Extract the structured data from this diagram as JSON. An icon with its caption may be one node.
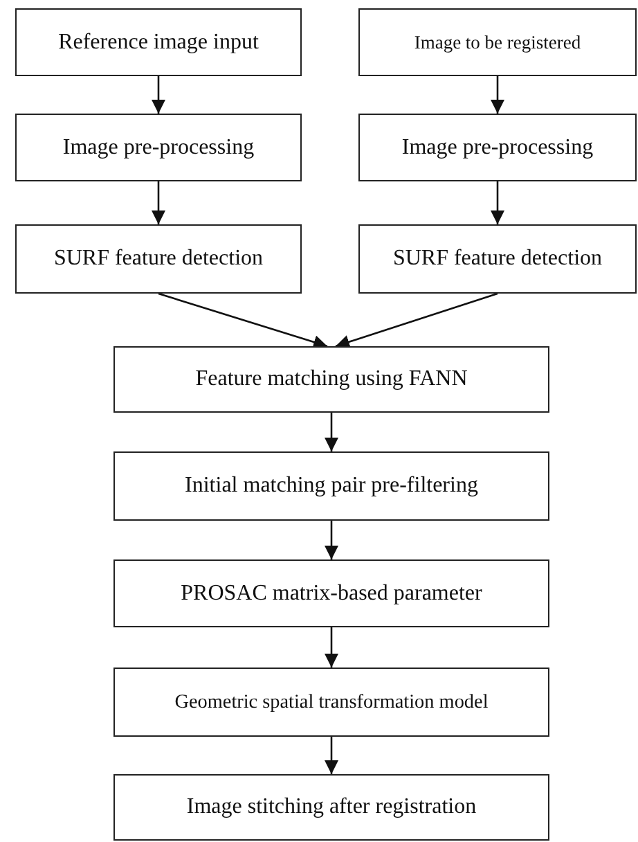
{
  "diagram": {
    "nodes": [
      {
        "text": [
          "Reference image input"
        ]
      },
      {
        "text": [
          "Image to be registered"
        ]
      },
      {
        "text": [
          "Image pre-processing"
        ]
      },
      {
        "text": [
          "Image pre-processing"
        ]
      },
      {
        "text": [
          "SURF feature detection"
        ]
      },
      {
        "text": [
          "SURF feature detection"
        ]
      },
      {
        "text": [
          "Feature matching using FANN"
        ]
      },
      {
        "text": [
          "Initial matching pair pre-filtering"
        ]
      },
      {
        "text": [
          "PROSAC matrix-based parameter"
        ]
      },
      {
        "text": [
          "Geometric spatial transformation model"
        ]
      },
      {
        "text": [
          "Image stitching after registration"
        ]
      }
    ],
    "edges": [
      {
        "from": 0,
        "to": 2,
        "arrow": "to"
      },
      {
        "from": 2,
        "to": 4,
        "arrow": "to"
      },
      {
        "from": 1,
        "to": 3,
        "arrow": "to"
      },
      {
        "from": 3,
        "to": 5,
        "arrow": "to"
      },
      {
        "from": 4,
        "to": 6,
        "arrow": "to"
      },
      {
        "from": 5,
        "to": 6,
        "arrow": "to"
      },
      {
        "from": 6,
        "to": 7,
        "arrow": "to"
      },
      {
        "from": 7,
        "to": 8,
        "arrow": "to"
      },
      {
        "from": 8,
        "to": 9,
        "arrow": "to"
      },
      {
        "from": 9,
        "to": 10,
        "arrow": "to"
      }
    ]
  }
}
